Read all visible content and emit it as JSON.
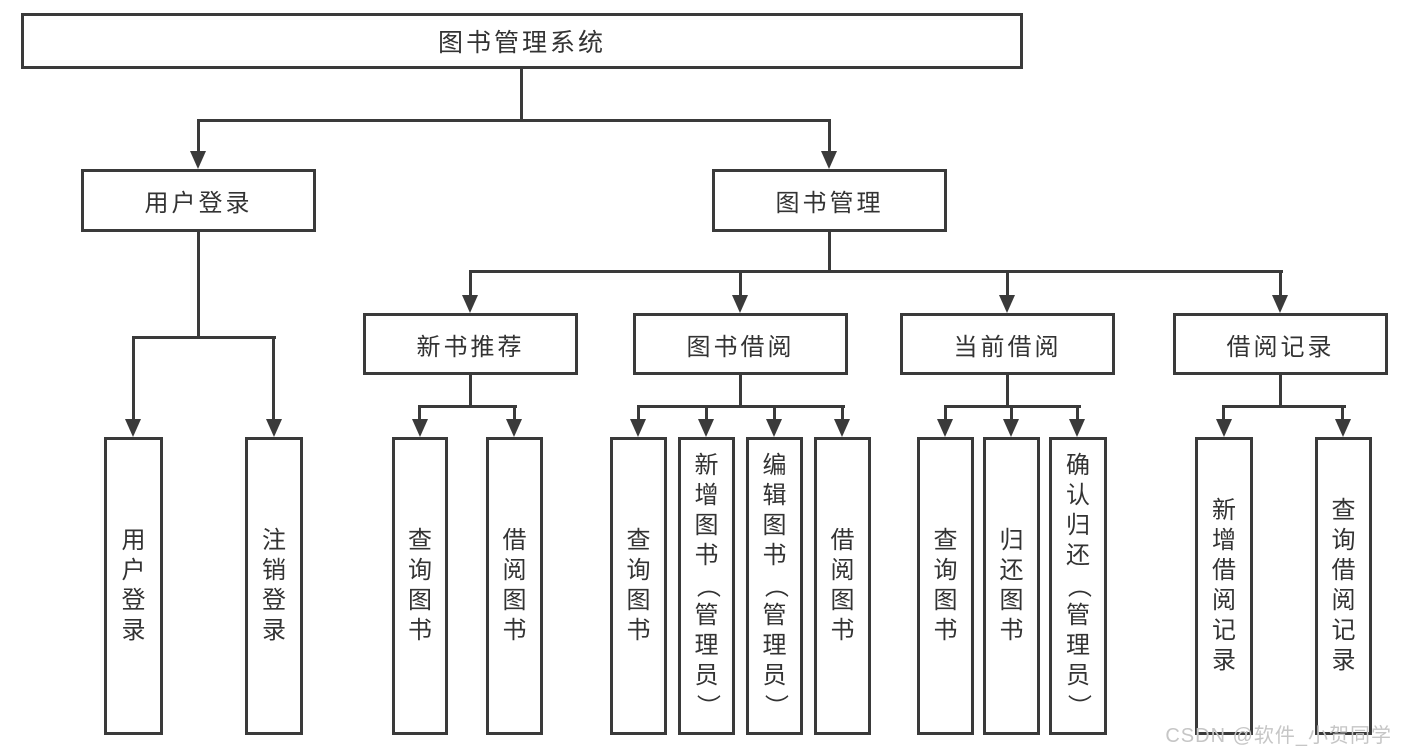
{
  "diagram": {
    "title": "图书管理系统",
    "level2": [
      {
        "label": "用户登录"
      },
      {
        "label": "图书管理"
      }
    ],
    "level3": [
      {
        "label": "新书推荐"
      },
      {
        "label": "图书借阅"
      },
      {
        "label": "当前借阅"
      },
      {
        "label": "借阅记录"
      }
    ],
    "leaves": [
      {
        "label": "用户登录"
      },
      {
        "label": "注销登录"
      },
      {
        "label": "查询图书"
      },
      {
        "label": "借阅图书"
      },
      {
        "label": "查询图书"
      },
      {
        "label": "新增图书（管理员）"
      },
      {
        "label": "编辑图书（管理员）"
      },
      {
        "label": "借阅图书"
      },
      {
        "label": "查询图书"
      },
      {
        "label": "归还图书"
      },
      {
        "label": "确认归还（管理员）"
      },
      {
        "label": "新增借阅记录"
      },
      {
        "label": "查询借阅记录"
      }
    ],
    "watermark": "CSDN @软件_小贺同学",
    "colors": {
      "line": "#3a3a3a",
      "text": "#333333",
      "watermark": "#c6c6c6",
      "background": "#ffffff"
    }
  }
}
